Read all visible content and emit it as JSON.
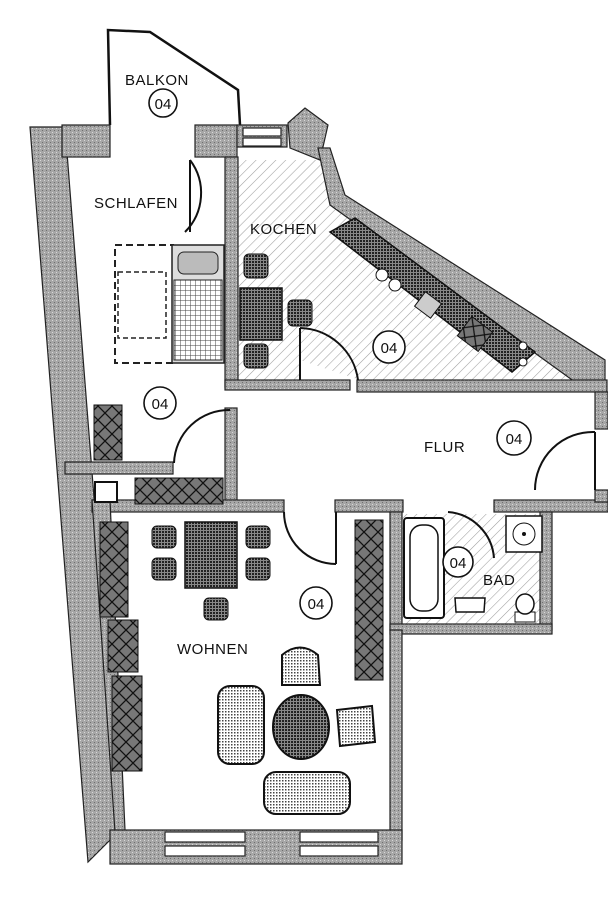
{
  "plan": {
    "rooms": [
      {
        "key": "balkon",
        "name": "BALKON",
        "number": "04"
      },
      {
        "key": "schlafen",
        "name": "SCHLAFEN",
        "number": "04"
      },
      {
        "key": "kochen",
        "name": "KOCHEN",
        "number": "04"
      },
      {
        "key": "flur",
        "name": "FLUR",
        "number": "04"
      },
      {
        "key": "wohnen",
        "name": "WOHNEN",
        "number": "04"
      },
      {
        "key": "bad",
        "name": "BAD",
        "number": "04"
      }
    ]
  }
}
